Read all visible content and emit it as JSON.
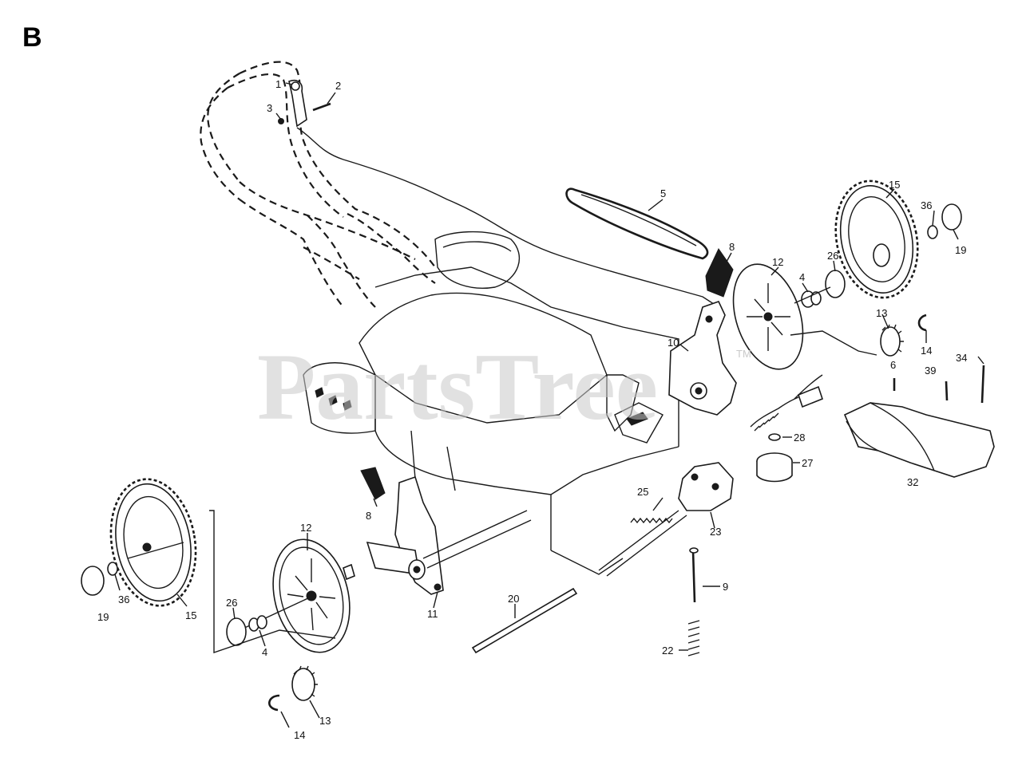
{
  "diagram": {
    "section_letter": "B",
    "watermark": "PartsTree",
    "watermark_mark": "TM",
    "callouts": [
      {
        "id": "c-1",
        "text": "1"
      },
      {
        "id": "c-2",
        "text": "2"
      },
      {
        "id": "c-3",
        "text": "3"
      },
      {
        "id": "c-5",
        "text": "5"
      },
      {
        "id": "c-8a",
        "text": "8"
      },
      {
        "id": "c-12a",
        "text": "12"
      },
      {
        "id": "c-4a",
        "text": "4"
      },
      {
        "id": "c-26a",
        "text": "26"
      },
      {
        "id": "c-15a",
        "text": "15"
      },
      {
        "id": "c-36a",
        "text": "36"
      },
      {
        "id": "c-19a",
        "text": "19"
      },
      {
        "id": "c-13a",
        "text": "13"
      },
      {
        "id": "c-14a",
        "text": "14"
      },
      {
        "id": "c-10",
        "text": "10"
      },
      {
        "id": "c-6",
        "text": "6"
      },
      {
        "id": "c-39",
        "text": "39"
      },
      {
        "id": "c-34",
        "text": "34"
      },
      {
        "id": "c-28",
        "text": "28"
      },
      {
        "id": "c-27",
        "text": "27"
      },
      {
        "id": "c-32",
        "text": "32"
      },
      {
        "id": "c-25",
        "text": "25"
      },
      {
        "id": "c-23",
        "text": "23"
      },
      {
        "id": "c-8b",
        "text": "8"
      },
      {
        "id": "c-12b",
        "text": "12"
      },
      {
        "id": "c-9",
        "text": "9"
      },
      {
        "id": "c-20",
        "text": "20"
      },
      {
        "id": "c-11",
        "text": "11"
      },
      {
        "id": "c-22",
        "text": "22"
      },
      {
        "id": "c-36b",
        "text": "36"
      },
      {
        "id": "c-19b",
        "text": "19"
      },
      {
        "id": "c-15b",
        "text": "15"
      },
      {
        "id": "c-26b",
        "text": "26"
      },
      {
        "id": "c-4b",
        "text": "4"
      },
      {
        "id": "c-13b",
        "text": "13"
      },
      {
        "id": "c-14b",
        "text": "14"
      }
    ]
  }
}
